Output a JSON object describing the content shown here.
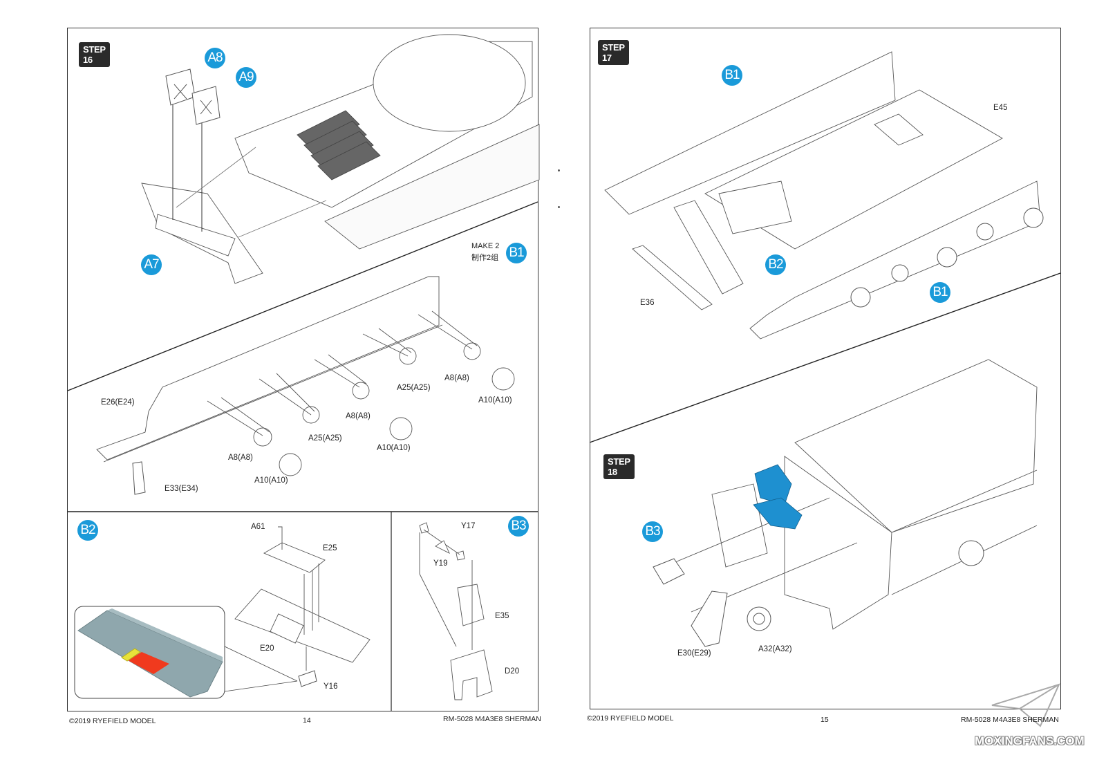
{
  "left_page": {
    "step16": {
      "title": "STEP 16",
      "callouts": [
        "A8",
        "A9",
        "A7"
      ]
    },
    "b1_section": {
      "note_line1": "MAKE 2",
      "note_line2": "制作2组",
      "badge": "B1",
      "labels": [
        "E26(E24)",
        "A8(A8)",
        "A10(A10)",
        "A25(A25)",
        "A8(A8)",
        "A10(A10)",
        "A25(A25)",
        "A8(A8)",
        "A10(A10)",
        "E33(E34)"
      ]
    },
    "b2_section": {
      "badge": "B2",
      "labels": [
        "A61",
        "E25",
        "E20",
        "Y16"
      ]
    },
    "b3_section": {
      "badge": "B3",
      "labels": [
        "Y17",
        "Y19",
        "E35",
        "D20"
      ]
    },
    "footer": {
      "copyright": "©2019 RYEFIELD MODEL",
      "page_number": "14",
      "product": "RM-5028 M4A3E8 SHERMAN"
    }
  },
  "right_page": {
    "step17": {
      "title": "STEP 17",
      "callouts": [
        "B1",
        "B2",
        "B1"
      ],
      "labels": [
        "E45",
        "E36"
      ]
    },
    "step18": {
      "title": "STEP 18",
      "callouts": [
        "B3"
      ],
      "labels": [
        "E30(E29)",
        "A32(A32)"
      ]
    },
    "footer": {
      "copyright": "©2019 RYEFIELD MODEL",
      "page_number": "15",
      "product": "RM-5028 M4A3E8 SHERMAN"
    }
  },
  "watermark": {
    "text": "MOXINGFANS.COM"
  },
  "colors": {
    "callout_blue": "#1a9ad9",
    "highlight_blue": "#1e90d0",
    "step_badge": "#2a2a2a",
    "inset_grey": "#8fa7ad",
    "inset_red": "#f03a1e",
    "inset_yellow": "#e8e23a"
  }
}
